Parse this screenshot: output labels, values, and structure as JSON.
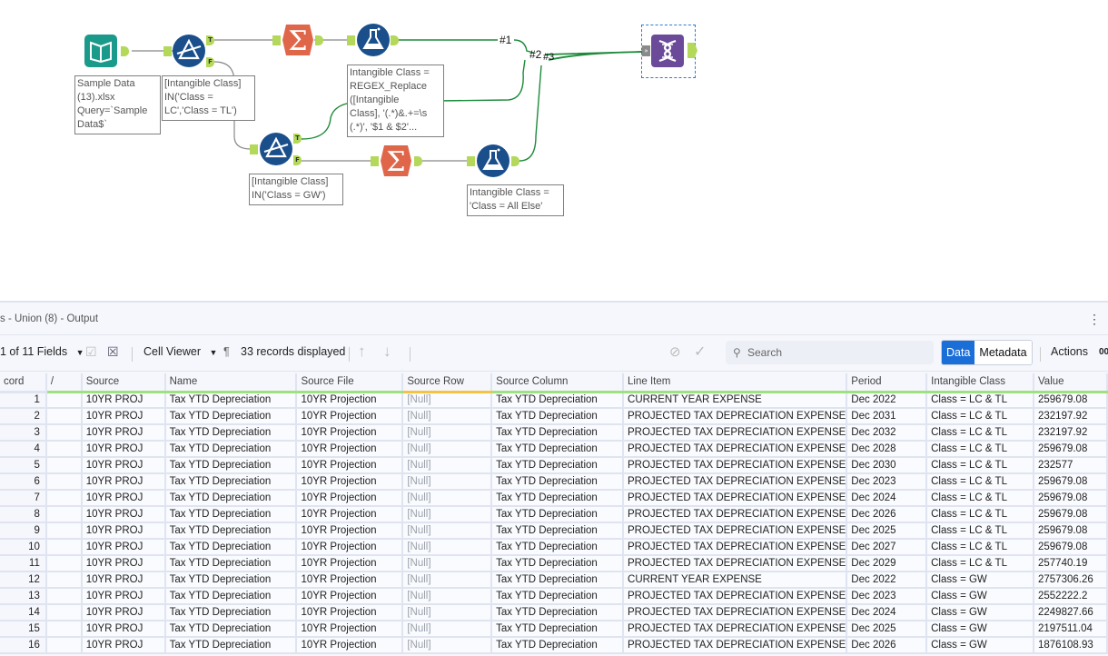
{
  "canvas": {
    "tools": [
      {
        "id": "input",
        "type": "input-data",
        "annotation": "Sample Data\n(13).xlsx\nQuery=`Sample\nData$`"
      },
      {
        "id": "filter1",
        "type": "filter",
        "annotation": "[Intangible Class]\nIN('Class =\nLC','Class = TL')"
      },
      {
        "id": "summarize1",
        "type": "summarize",
        "annotation": ""
      },
      {
        "id": "formula1",
        "type": "formula",
        "annotation": "Intangible Class =\nREGEX_Replace\n([Intangible\nClass], '(.*)&.+=\\s\n(.*)', '$1 & $2'..."
      },
      {
        "id": "filter2",
        "type": "filter",
        "annotation": "[Intangible Class]\nIN('Class = GW')"
      },
      {
        "id": "summarize2",
        "type": "summarize",
        "annotation": ""
      },
      {
        "id": "formula2",
        "type": "formula",
        "annotation": "Intangible Class =\n'Class = All Else'"
      },
      {
        "id": "union",
        "type": "union",
        "annotation": ""
      }
    ],
    "anchors": {
      "true": "T",
      "false": "F"
    },
    "wire_labels": [
      "#1",
      "#2",
      "#3"
    ],
    "colors": {
      "input": "#1a9a8a",
      "filter": "#1a4f8b",
      "summarize": "#e0664a",
      "formula": "#1a4f8b",
      "union": "#6b4a9a",
      "wire_active": "#1e8a3a",
      "wire_idle": "#888888",
      "anchor": "#b3d85a"
    }
  },
  "results": {
    "title": "s - Union (8) - Output",
    "toolbar": {
      "fields": "1 of 11 Fields",
      "cell_viewer": "Cell Viewer",
      "records": "33 records displayed",
      "search_placeholder": "Search",
      "data_tab": "Data",
      "metadata_tab": "Metadata",
      "actions": "Actions",
      "overflow": "00"
    },
    "columns": [
      "cord",
      "/",
      "Source",
      "Name",
      "Source File",
      "Source Row",
      "Source Column",
      "Line Item",
      "Period",
      "Intangible Class",
      "Value"
    ],
    "rows": [
      [
        "1",
        "",
        "10YR PROJ",
        "Tax YTD Depreciation",
        "10YR Projection",
        "[Null]",
        "Tax YTD Depreciation",
        "CURRENT YEAR EXPENSE",
        "Dec  2022",
        "Class = LC  & TL",
        "259679.08"
      ],
      [
        "2",
        "",
        "10YR PROJ",
        "Tax YTD Depreciation",
        "10YR Projection",
        "[Null]",
        "Tax YTD Depreciation",
        "PROJECTED TAX DEPRECIATION EXPENSE",
        "Dec  2031",
        "Class = LC  & TL",
        "232197.92"
      ],
      [
        "3",
        "",
        "10YR PROJ",
        "Tax YTD Depreciation",
        "10YR Projection",
        "[Null]",
        "Tax YTD Depreciation",
        "PROJECTED TAX DEPRECIATION EXPENSE",
        "Dec  2032",
        "Class = LC  & TL",
        "232197.92"
      ],
      [
        "4",
        "",
        "10YR PROJ",
        "Tax YTD Depreciation",
        "10YR Projection",
        "[Null]",
        "Tax YTD Depreciation",
        "PROJECTED TAX DEPRECIATION EXPENSE",
        "Dec  2028",
        "Class = LC  & TL",
        "259679.08"
      ],
      [
        "5",
        "",
        "10YR PROJ",
        "Tax YTD Depreciation",
        "10YR Projection",
        "[Null]",
        "Tax YTD Depreciation",
        "PROJECTED TAX DEPRECIATION EXPENSE",
        "Dec  2030",
        "Class = LC  & TL",
        "232577"
      ],
      [
        "6",
        "",
        "10YR PROJ",
        "Tax YTD Depreciation",
        "10YR Projection",
        "[Null]",
        "Tax YTD Depreciation",
        "PROJECTED TAX DEPRECIATION EXPENSE",
        "Dec  2023",
        "Class = LC  & TL",
        "259679.08"
      ],
      [
        "7",
        "",
        "10YR PROJ",
        "Tax YTD Depreciation",
        "10YR Projection",
        "[Null]",
        "Tax YTD Depreciation",
        "PROJECTED TAX DEPRECIATION EXPENSE",
        "Dec  2024",
        "Class = LC  & TL",
        "259679.08"
      ],
      [
        "8",
        "",
        "10YR PROJ",
        "Tax YTD Depreciation",
        "10YR Projection",
        "[Null]",
        "Tax YTD Depreciation",
        "PROJECTED TAX DEPRECIATION EXPENSE",
        "Dec  2026",
        "Class = LC  & TL",
        "259679.08"
      ],
      [
        "9",
        "",
        "10YR PROJ",
        "Tax YTD Depreciation",
        "10YR Projection",
        "[Null]",
        "Tax YTD Depreciation",
        "PROJECTED TAX DEPRECIATION EXPENSE",
        "Dec  2025",
        "Class = LC  & TL",
        "259679.08"
      ],
      [
        "10",
        "",
        "10YR PROJ",
        "Tax YTD Depreciation",
        "10YR Projection",
        "[Null]",
        "Tax YTD Depreciation",
        "PROJECTED TAX DEPRECIATION EXPENSE",
        "Dec  2027",
        "Class = LC  & TL",
        "259679.08"
      ],
      [
        "11",
        "",
        "10YR PROJ",
        "Tax YTD Depreciation",
        "10YR Projection",
        "[Null]",
        "Tax YTD Depreciation",
        "PROJECTED TAX DEPRECIATION EXPENSE",
        "Dec  2029",
        "Class = LC  & TL",
        "257740.19"
      ],
      [
        "12",
        "",
        "10YR PROJ",
        "Tax YTD Depreciation",
        "10YR Projection",
        "[Null]",
        "Tax YTD Depreciation",
        "CURRENT YEAR EXPENSE",
        "Dec  2022",
        "Class = GW",
        "2757306.26"
      ],
      [
        "13",
        "",
        "10YR PROJ",
        "Tax YTD Depreciation",
        "10YR Projection",
        "[Null]",
        "Tax YTD Depreciation",
        "PROJECTED TAX DEPRECIATION EXPENSE",
        "Dec  2023",
        "Class = GW",
        "2552222.2"
      ],
      [
        "14",
        "",
        "10YR PROJ",
        "Tax YTD Depreciation",
        "10YR Projection",
        "[Null]",
        "Tax YTD Depreciation",
        "PROJECTED TAX DEPRECIATION EXPENSE",
        "Dec  2024",
        "Class = GW",
        "2249827.66"
      ],
      [
        "15",
        "",
        "10YR PROJ",
        "Tax YTD Depreciation",
        "10YR Projection",
        "[Null]",
        "Tax YTD Depreciation",
        "PROJECTED TAX DEPRECIATION EXPENSE",
        "Dec  2025",
        "Class = GW",
        "2197511.04"
      ],
      [
        "16",
        "",
        "10YR PROJ",
        "Tax YTD Depreciation",
        "10YR Projection",
        "[Null]",
        "Tax YTD Depreciation",
        "PROJECTED TAX DEPRECIATION EXPENSE",
        "Dec  2026",
        "Class = GW",
        "1876108.93"
      ]
    ]
  }
}
